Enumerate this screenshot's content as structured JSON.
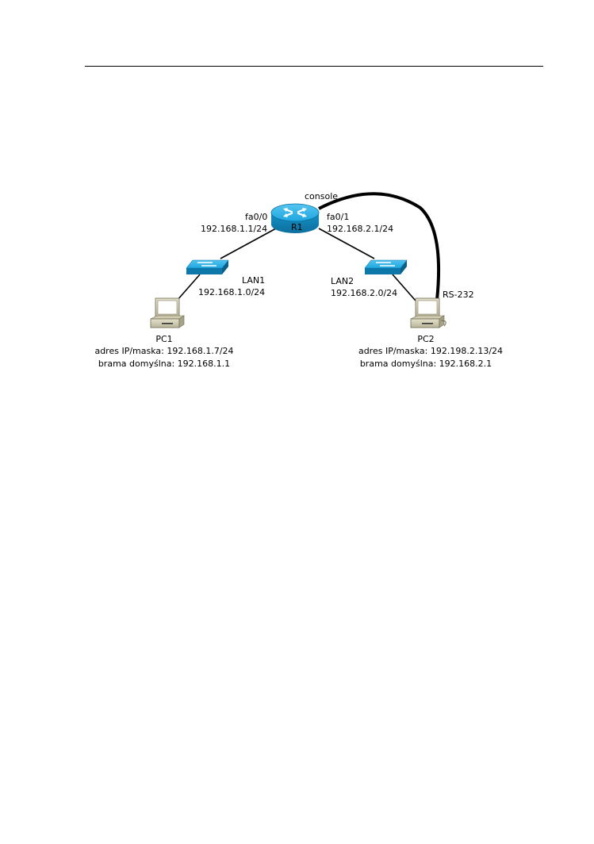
{
  "diagram": {
    "router": {
      "name": "R1",
      "left_interface": "fa0/0",
      "left_ip": "192.168.1.1/24",
      "right_interface": "fa0/1",
      "right_ip": "192.168.2.1/24",
      "console_label": "console"
    },
    "lan1": {
      "name": "LAN1",
      "network": "192.168.1.0/24"
    },
    "lan2": {
      "name": "LAN2",
      "network": "192.168.2.0/24"
    },
    "serial_label": "RS-232",
    "pc1": {
      "name": "PC1",
      "ip_line": "adres IP/maska: 192.168.1.7/24",
      "gateway_line": "brama domyślna: 192.168.1.1"
    },
    "pc2": {
      "name": "PC2",
      "ip_line": "adres IP/maska: 192.198.2.13/24",
      "gateway_line": "brama domyślna: 192.168.2.1"
    },
    "colors": {
      "device_blue": "#1ea7e1",
      "device_dark_blue": "#0c77a8",
      "pc_beige": "#d7d3b8",
      "line": "#000000"
    }
  }
}
